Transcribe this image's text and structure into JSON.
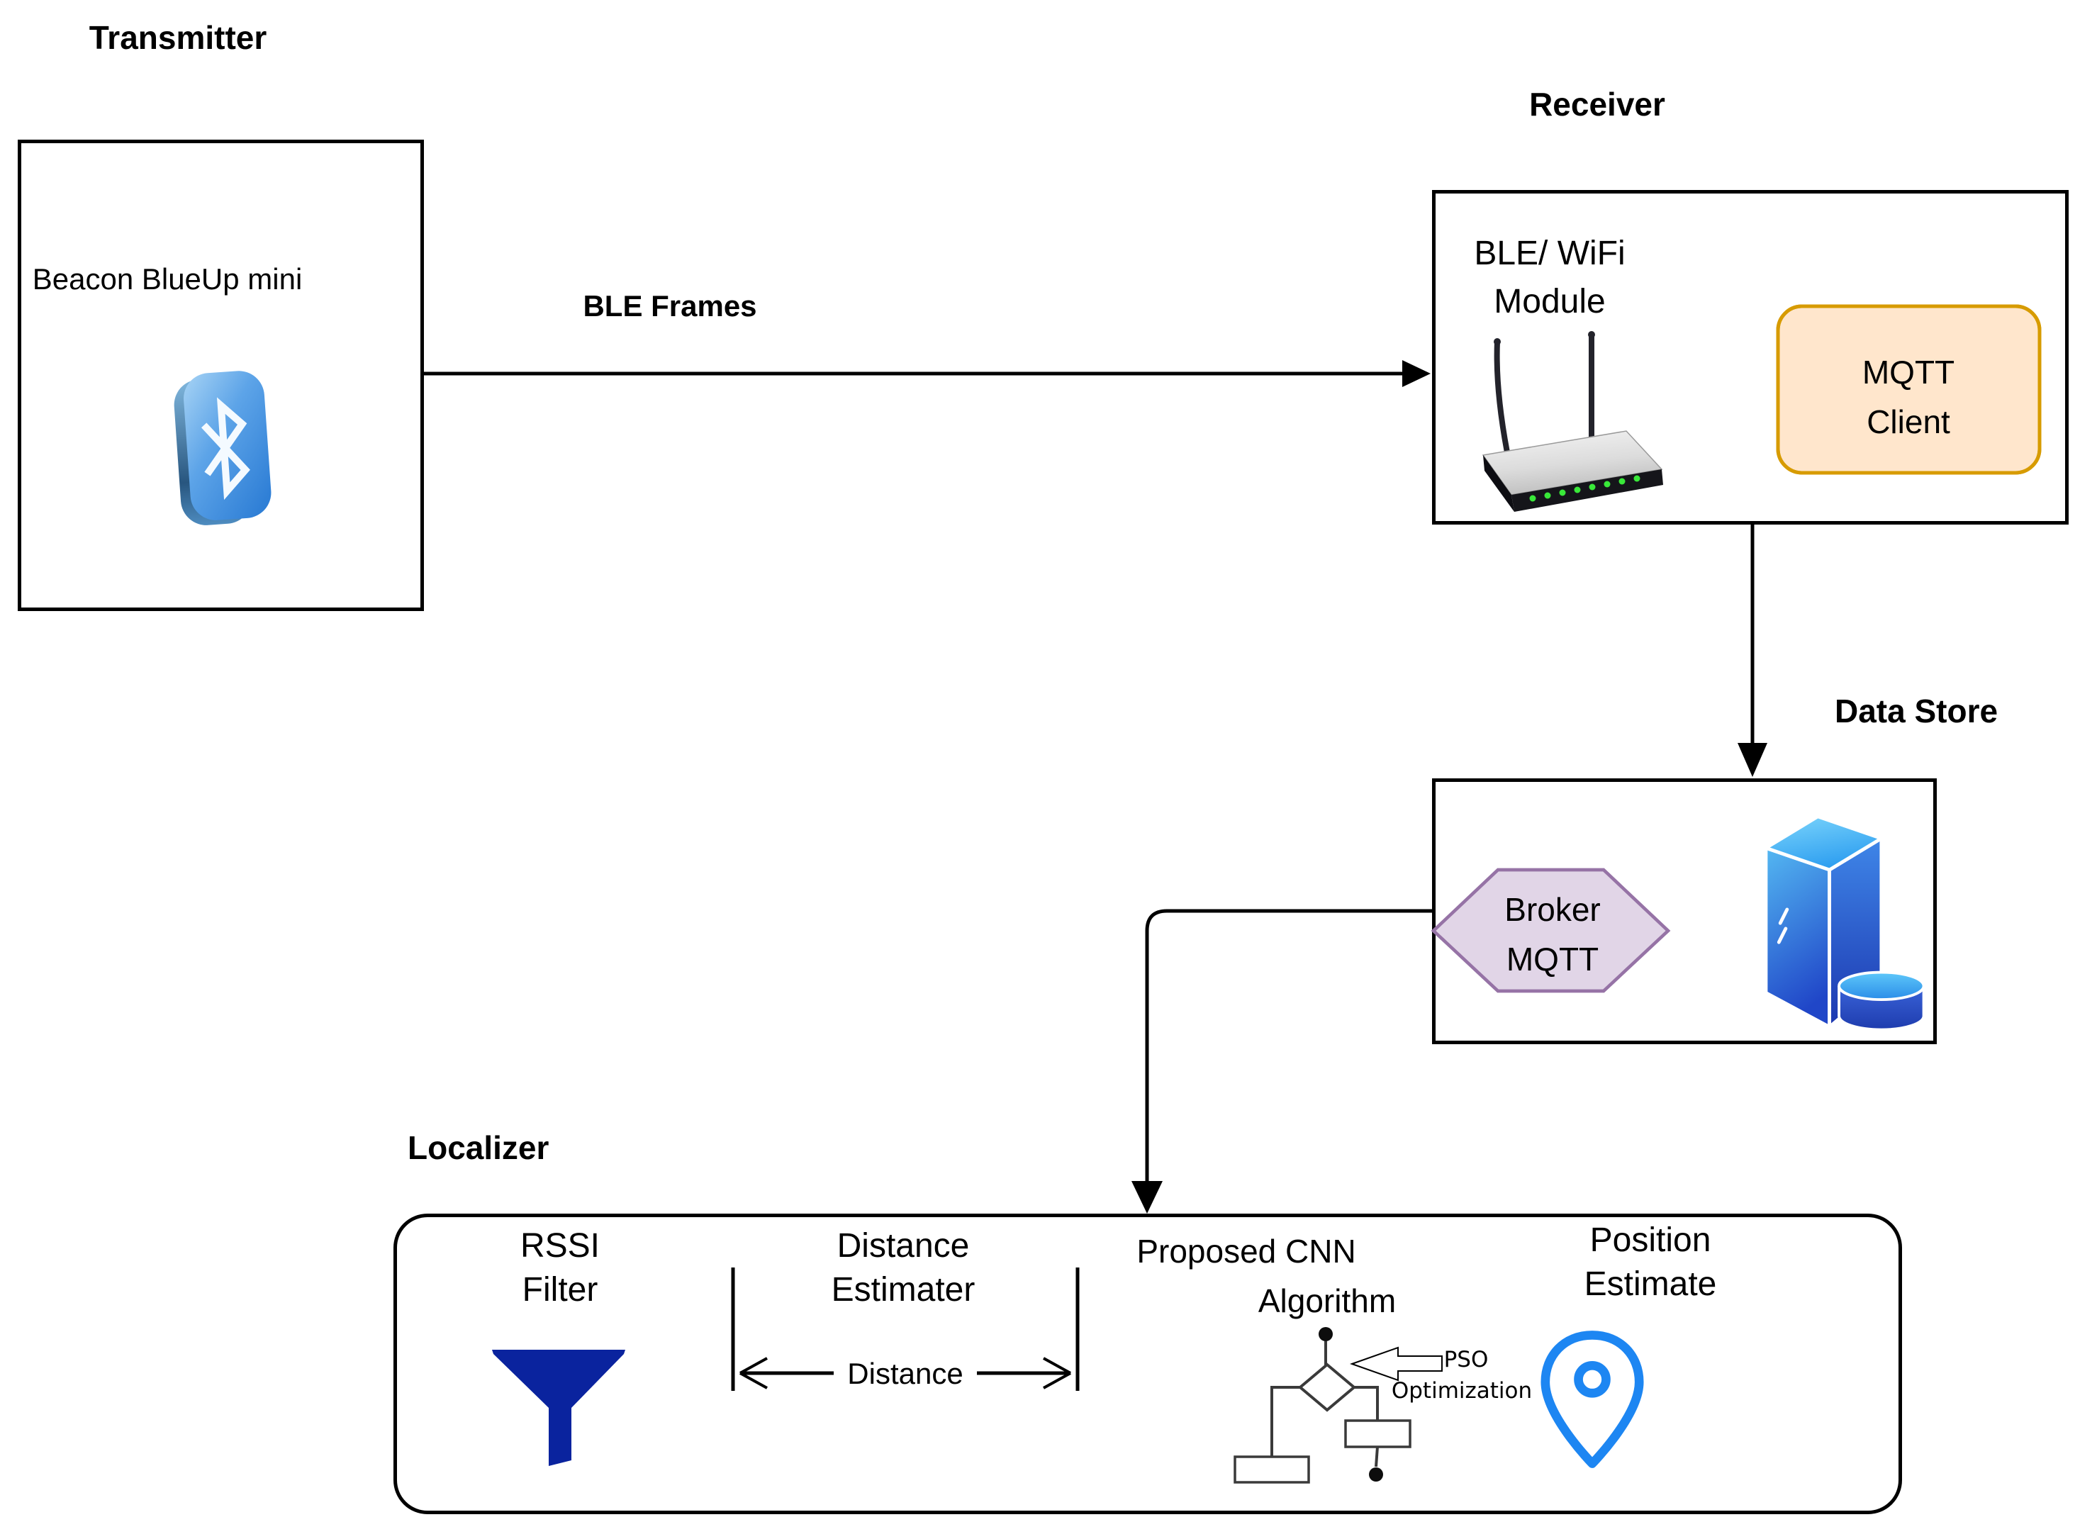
{
  "transmitter": {
    "title": "Transmitter",
    "device": "Beacon BlueUp mini"
  },
  "links": {
    "ble_frames": "BLE Frames"
  },
  "receiver": {
    "title": "Receiver",
    "module_line1": "BLE/ WiFi",
    "module_line2": "Module",
    "mqtt_client_line1": "MQTT",
    "mqtt_client_line2": "Client"
  },
  "data_store": {
    "title": "Data Store",
    "broker_line1": "Broker",
    "broker_line2": "MQTT"
  },
  "localizer": {
    "title": "Localizer",
    "rssi_line1": "RSSI",
    "rssi_line2": "Filter",
    "distance_line1": "Distance",
    "distance_line2": "Estimater",
    "distance_measure": "Distance",
    "cnn_line1": "Proposed CNN",
    "cnn_line2": "Algorithm",
    "pso_line1": "PSO",
    "pso_line2": "Optimization",
    "position_line1": "Position",
    "position_line2": "Estimate"
  },
  "colors": {
    "mqtt_client_fill": "#FFE6CC",
    "mqtt_client_stroke": "#D79B00",
    "broker_fill": "#E1D5E7",
    "broker_stroke": "#9673A6",
    "funnel": "#0A239E",
    "pin": "#1D86F2",
    "line": "#000000",
    "flowchart_stroke": "#3A3A3A"
  }
}
